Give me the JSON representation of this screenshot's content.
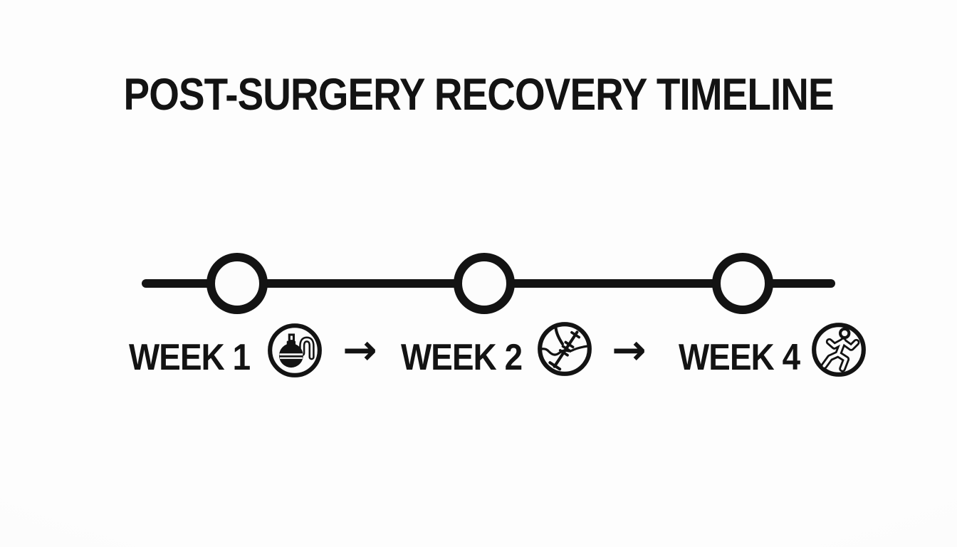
{
  "title": "POST-SURGERY RECOVERY TIMELINE",
  "colors": {
    "ink": "#131313",
    "background": "#fcfcfc"
  },
  "timeline": {
    "node_count": 3,
    "milestones": [
      {
        "label": "WEEK 1",
        "icon": "surgical-drain-bulb-icon"
      },
      {
        "label": "WEEK 2",
        "icon": "wound-stitches-icon"
      },
      {
        "label": "WEEK 4",
        "icon": "walking-person-icon"
      }
    ],
    "connector_arrow": "→"
  }
}
